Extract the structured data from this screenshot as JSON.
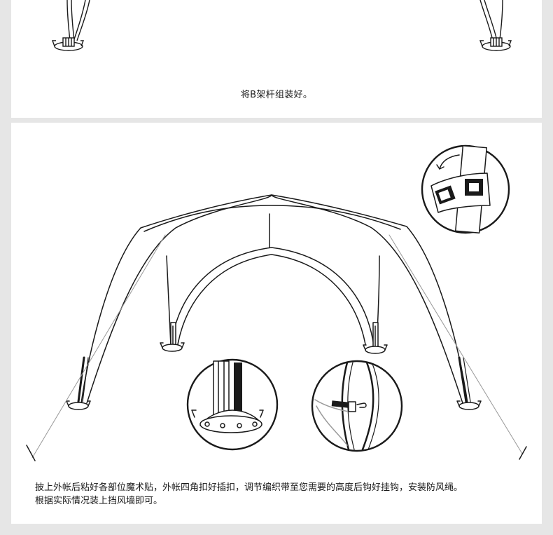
{
  "steps": [
    {
      "caption": "将B架杆组装好。"
    },
    {
      "caption_lines": [
        "披上外帐后粘好各部位魔术贴，外帐四角扣好插扣，调节编织带至您需要的高度后钩好挂钩，安装防风绳。",
        "根据实际情况装上挡风墙即可。"
      ]
    }
  ],
  "icons": {
    "top_left_base": "pole-base-stake-icon",
    "top_right_base": "pole-base-stake-icon",
    "tent": "tent-arch-illustration",
    "velcro_detail": "velcro-strap-detail-icon",
    "base_detail": "pole-base-detail-icon",
    "buckle_detail": "buckle-hook-detail-icon"
  },
  "colors": {
    "background": "#e6e6e6",
    "panel": "#ffffff",
    "line": "#1a1a1a",
    "rope": "#999999"
  }
}
